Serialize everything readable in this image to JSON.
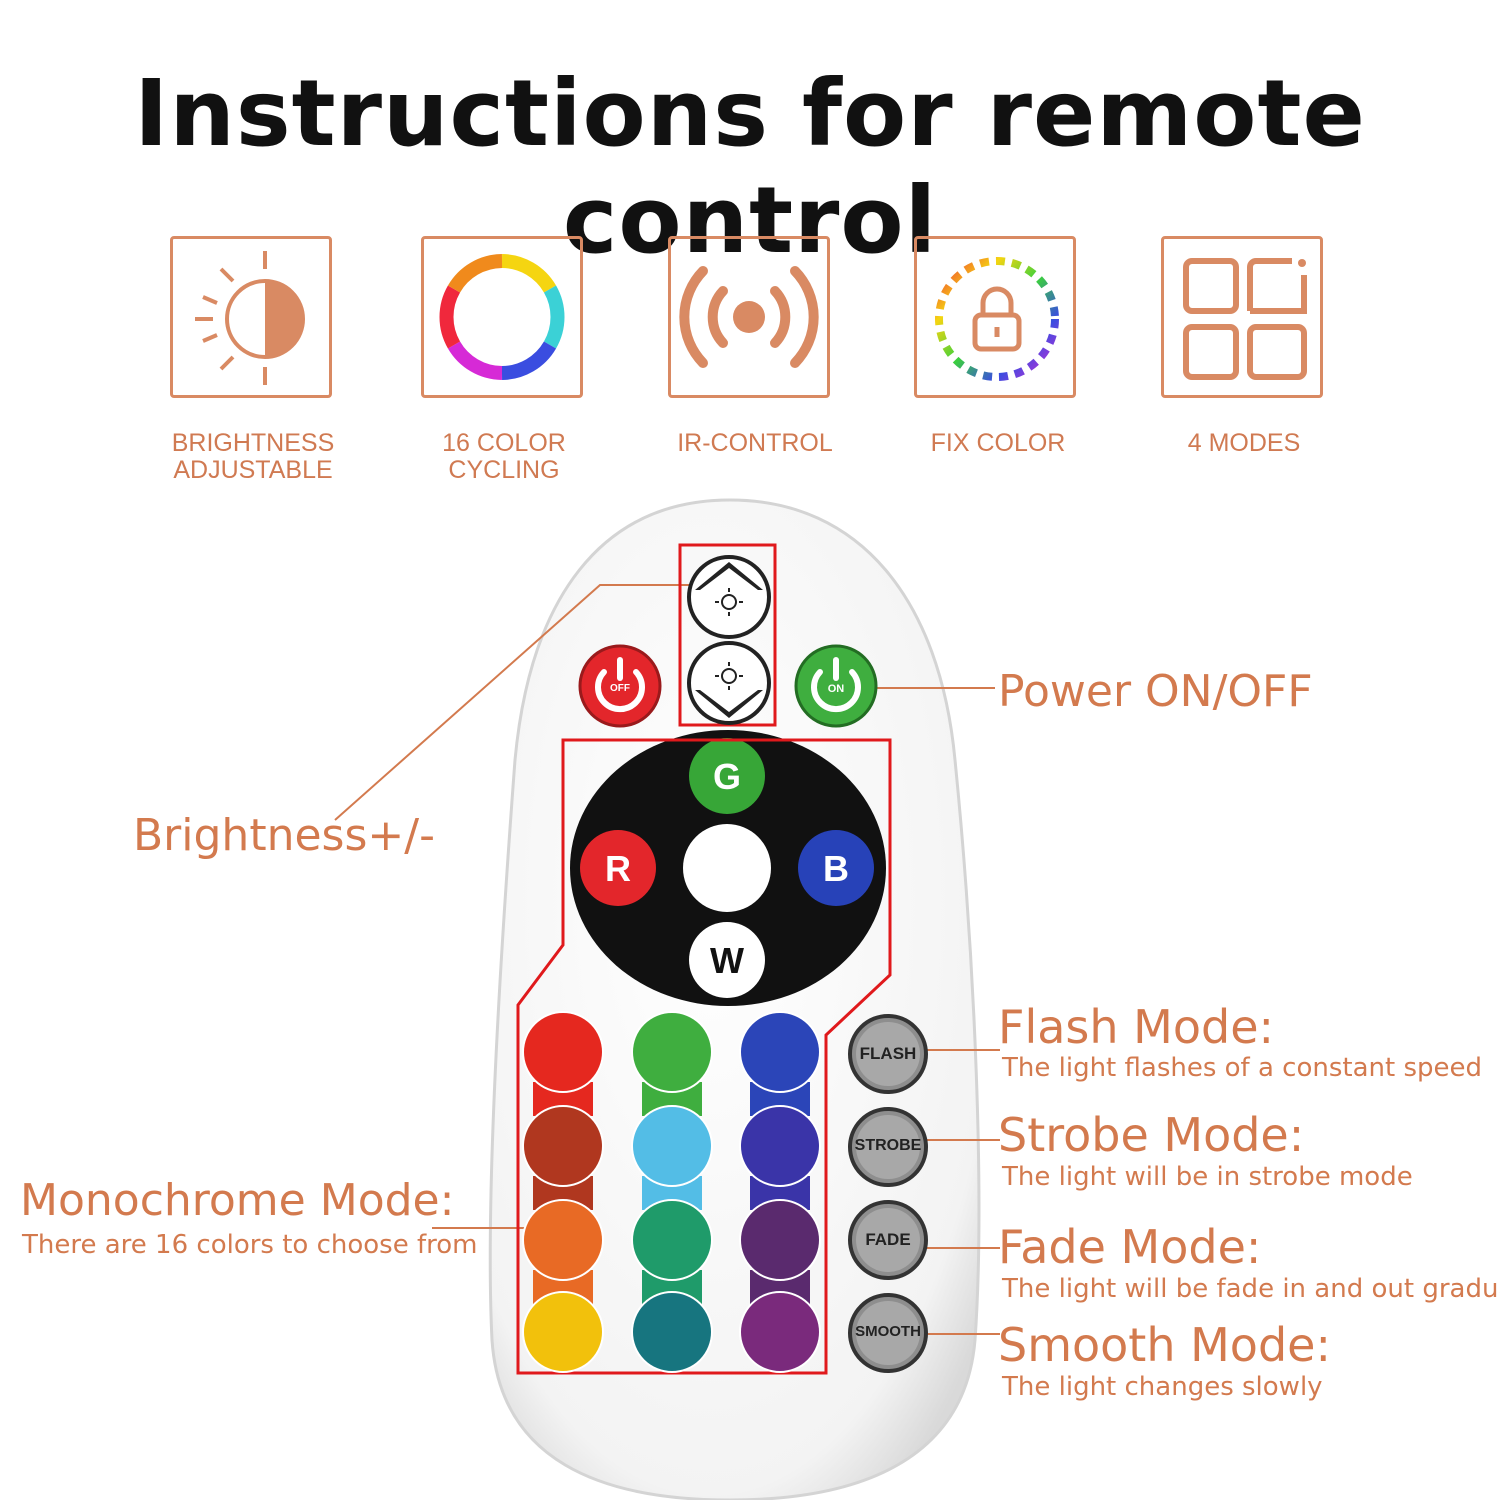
{
  "title": "Instructions for remote control",
  "features": [
    {
      "label_line1": "BRIGHTNESS",
      "label_line2": "ADJUSTABLE",
      "icon": "brightness-icon"
    },
    {
      "label_line1": "16 COLOR",
      "label_line2": "CYCLING",
      "icon": "color-ring-icon"
    },
    {
      "label_line1": "IR-CONTROL",
      "label_line2": "",
      "icon": "ir-signal-icon"
    },
    {
      "label_line1": "FIX COLOR",
      "label_line2": "",
      "icon": "color-lock-icon"
    },
    {
      "label_line1": "4 MODES",
      "label_line2": "",
      "icon": "modes-grid-icon"
    }
  ],
  "remote": {
    "off_label": "OFF",
    "on_label": "ON",
    "g_label": "G",
    "r_label": "R",
    "b_label": "B",
    "w_label": "W",
    "flash_label": "FLASH",
    "strobe_label": "STROBE",
    "fade_label": "FADE",
    "smooth_label": "SMOOTH",
    "color_buttons": [
      "#e5281f",
      "#3fae3f",
      "#2b45b8",
      "#b0371f",
      "#53bde6",
      "#3a34a8",
      "#e86a25",
      "#1f9b6a",
      "#5a2a6e",
      "#f2c10c",
      "#17757f",
      "#7a2a7c"
    ]
  },
  "callouts": {
    "power": "Power ON/OFF",
    "brightness": "Brightness+/-",
    "monochrome_title": "Monochrome Mode:",
    "monochrome_sub": "There are 16 colors to choose from",
    "flash_title": "Flash Mode:",
    "flash_sub": "The light flashes of a constant speed",
    "strobe_title": "Strobe Mode:",
    "strobe_sub": "The light will be in strobe mode",
    "fade_title": "Fade Mode:",
    "fade_sub": "The light will be fade in and out gradually",
    "smooth_title": "Smooth Mode:",
    "smooth_sub": "The light changes slowly"
  },
  "colors": {
    "accent": "#d37a4e",
    "highlight": "#e0191c"
  }
}
